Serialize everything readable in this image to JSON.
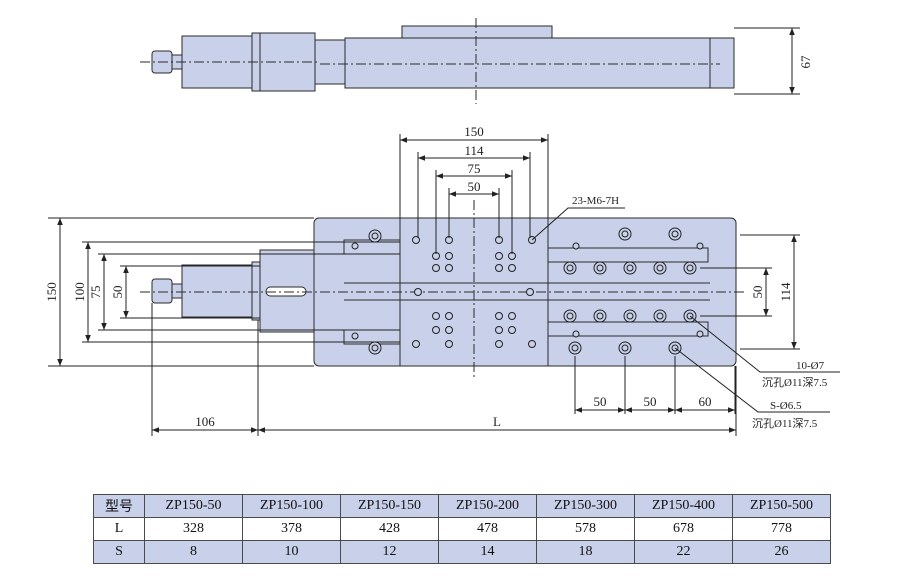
{
  "top_view": {
    "height_dim": "67"
  },
  "plan_view": {
    "dims_top": [
      "150",
      "114",
      "75",
      "50"
    ],
    "callout_thread": "23-M6-7H",
    "dims_left": [
      "150",
      "100",
      "75",
      "50"
    ],
    "dims_right": [
      "50",
      "114"
    ],
    "hole_spacing": [
      "50",
      "50",
      "60"
    ],
    "dims_bottom": [
      "106",
      "L"
    ],
    "callout_hole_1": {
      "line1": "10-Ø7",
      "line2": "沉孔Ø11深7.5"
    },
    "callout_hole_2": {
      "line1": "S-Ø6.5",
      "line2": "沉孔Ø11深7.5"
    }
  },
  "spec_table": {
    "header_label": "型号",
    "models": [
      "ZP150-50",
      "ZP150-100",
      "ZP150-150",
      "ZP150-200",
      "ZP150-300",
      "ZP150-400",
      "ZP150-500"
    ],
    "rows": [
      {
        "label": "L",
        "values": [
          "328",
          "378",
          "428",
          "478",
          "578",
          "678",
          "778"
        ]
      },
      {
        "label": "S",
        "values": [
          "8",
          "10",
          "12",
          "14",
          "18",
          "22",
          "26"
        ]
      }
    ]
  },
  "colors": {
    "body_fill": "#c9d0ea",
    "line": "#2a2a2a",
    "table_fill": "#c9d0ea"
  }
}
